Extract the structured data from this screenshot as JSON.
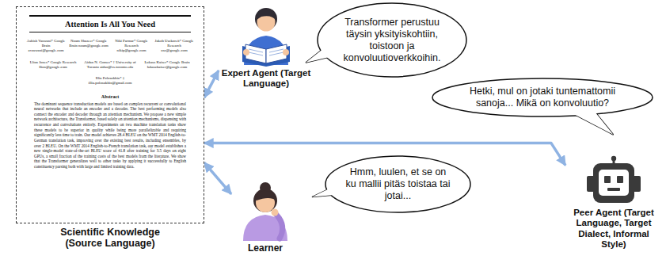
{
  "diagram": {
    "nodes": [
      {
        "text": [
          "Attention Is All You Need",
          "Ashish Vaswani* Google Brain avaswani@google.com",
          "Noam Shazeer* Google Brain noam@google.com",
          "Niki Parmar* Google Research nikip@google.com",
          "Jakob Uszkoreit* Google Research usz@google.com",
          "Llion Jones* Google Research llion@google.com",
          "Aidan N. Gomez* † University of Toronto aidan@cs.toronto.edu",
          "Łukasz Kaiser* Google Brain lukaszkaiser@google.com",
          "Illia Polosukhin* ‡ illia.polosukhin@gmail.com",
          "Abstract",
          "The dominant sequence transduction models are based on complex recurrent or convolutional neural networks that include an encoder and a decoder. The best performing models also connect the encoder and decoder through an attention mechanism. We propose a new simple network architecture, the Transformer, based solely on attention mechanisms, dispensing with recurrence and convolutions entirely. Experiments on two machine translation tasks show these models to be superior in quality while being more parallelizable and requiring significantly less time to train. Our model achieves 28.4 BLEU on the WMT 2014 English-to-German translation task, improving over the existing best results, including ensembles, by over 2 BLEU. On the WMT 2014 English-to-French translation task, our model establishes a new single-model state-of-the-art BLEU score of 41.8 after training for 3.5 days on eight GPUs, a small fraction of the training costs of the best models from the literature. We show that the Transformer generalizes well to other tasks by applying it successfully to English constituency parsing both with large and limited training data.",
          "Scientific Knowledge (Source Language)"
        ]
      },
      {
        "text": [
          "Expert Agent (Target Language)"
        ]
      },
      {
        "text": [
          "Transformer perustuu täysin yksityiskohtiin, toistoon ja konvoluutioverkkoihin."
        ]
      },
      {
        "text": [
          "Hetki, mul on jotaki tuntemattomii sanoja... Mikä on konvoluutio?"
        ]
      },
      {
        "text": [
          "Hmm, luulen, et se on ku mallii pitäs toistaa tai jotai..."
        ]
      },
      {
        "text": [
          "Learner"
        ]
      },
      {
        "text": [
          "Peer Agent (Target Language, Target Dialect, Informal Style)"
        ]
      }
    ],
    "edges": [
      {
        "from": 0,
        "to": 1,
        "arrow": "both"
      },
      {
        "from": 0,
        "to": 6,
        "arrow": "both"
      },
      {
        "from": 0,
        "to": 5,
        "arrow": "both"
      }
    ]
  }
}
